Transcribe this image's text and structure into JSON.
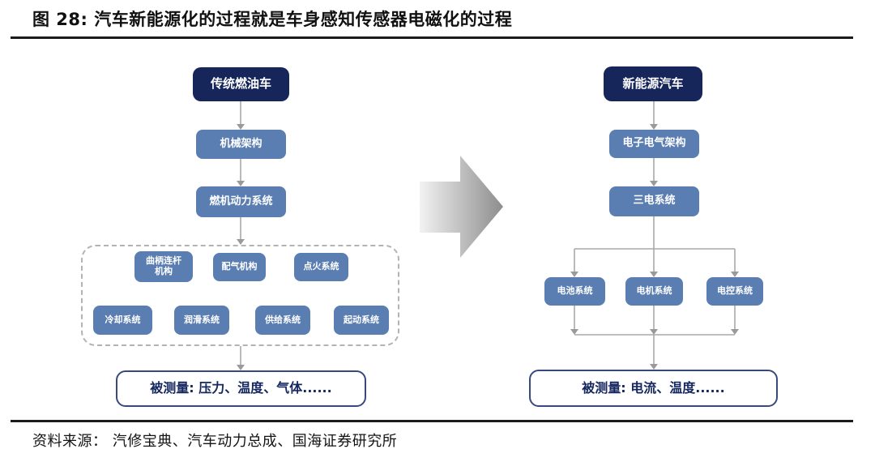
{
  "title": "图 28:  汽车新能源化的过程就是车身感知传感器电磁化的过程",
  "footer": {
    "source": "资料来源：  汽修宝典、汽车动力总成、国海证券研究所"
  },
  "left_flow": {
    "root": "传统燃油车",
    "level2": "机械架构",
    "level3": "燃机动力系统",
    "subsystems_row1": [
      "曲柄连杆机构",
      "配气机构",
      "点火系统"
    ],
    "subsystems_row2": [
      "冷却系统",
      "润滑系统",
      "供给系统",
      "起动系统"
    ],
    "measurement": "被测量:  压力、温度、气体......"
  },
  "right_flow": {
    "root": "新能源汽车",
    "level2": "电子电气架构",
    "level3": "三电系统",
    "subsystems": [
      "电池系统",
      "电机系统",
      "电控系统"
    ],
    "measurement": "被测量:  电流、温度......"
  },
  "icons": {
    "transition_arrow": "right-arrow"
  },
  "colors": {
    "node_dark": "#16255a",
    "node_blue": "#5b7eb2",
    "measure_border": "#37497e",
    "measure_text": "#15275f",
    "connector_gray": "#a8a8a8",
    "dashed_border": "#b3b3b3",
    "rule_black": "#1b1b1b"
  }
}
